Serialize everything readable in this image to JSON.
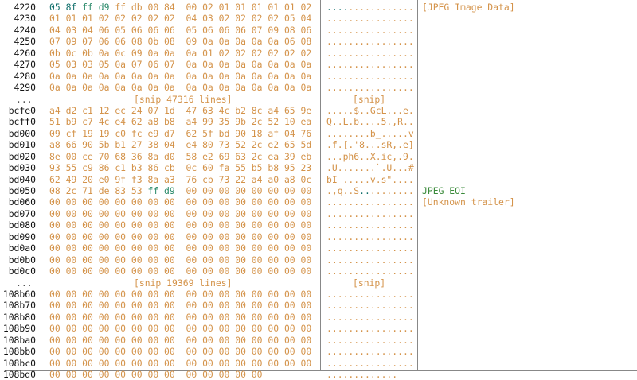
{
  "colors": {
    "byte": "#d4934a",
    "offset": "#111111",
    "marker_a": "#0f6e6a",
    "marker_b": "#2a8a6a",
    "eoi_note": "#3a8a3a"
  },
  "rows": [
    {
      "offset": "4220",
      "bytes": [
        "05",
        "8f",
        "ff",
        "d9",
        "ff",
        "db",
        "00",
        "84",
        "00",
        "02",
        "01",
        "01",
        "01",
        "01",
        "01",
        "02"
      ],
      "hl": {
        "0": "hl1",
        "1": "hl1",
        "2": "hl2",
        "3": "hl2"
      },
      "ascii": "................",
      "ascii_hl": [
        0,
        1,
        2,
        3
      ],
      "note": "[JPEG Image Data]"
    },
    {
      "offset": "4230",
      "bytes": [
        "01",
        "01",
        "01",
        "02",
        "02",
        "02",
        "02",
        "02",
        "04",
        "03",
        "02",
        "02",
        "02",
        "02",
        "05",
        "04"
      ],
      "ascii": "................"
    },
    {
      "offset": "4240",
      "bytes": [
        "04",
        "03",
        "04",
        "06",
        "05",
        "06",
        "06",
        "06",
        "05",
        "06",
        "06",
        "06",
        "07",
        "09",
        "08",
        "06"
      ],
      "ascii": "................"
    },
    {
      "offset": "4250",
      "bytes": [
        "07",
        "09",
        "07",
        "06",
        "06",
        "08",
        "0b",
        "08",
        "09",
        "0a",
        "0a",
        "0a",
        "0a",
        "0a",
        "06",
        "08"
      ],
      "ascii": "................"
    },
    {
      "offset": "4260",
      "bytes": [
        "0b",
        "0c",
        "0b",
        "0a",
        "0c",
        "09",
        "0a",
        "0a",
        "0a",
        "01",
        "02",
        "02",
        "02",
        "02",
        "02",
        "02"
      ],
      "ascii": "................"
    },
    {
      "offset": "4270",
      "bytes": [
        "05",
        "03",
        "03",
        "05",
        "0a",
        "07",
        "06",
        "07",
        "0a",
        "0a",
        "0a",
        "0a",
        "0a",
        "0a",
        "0a",
        "0a"
      ],
      "ascii": "................"
    },
    {
      "offset": "4280",
      "bytes": [
        "0a",
        "0a",
        "0a",
        "0a",
        "0a",
        "0a",
        "0a",
        "0a",
        "0a",
        "0a",
        "0a",
        "0a",
        "0a",
        "0a",
        "0a",
        "0a"
      ],
      "ascii": "................"
    },
    {
      "offset": "4290",
      "bytes": [
        "0a",
        "0a",
        "0a",
        "0a",
        "0a",
        "0a",
        "0a",
        "0a",
        "0a",
        "0a",
        "0a",
        "0a",
        "0a",
        "0a",
        "0a",
        "0a"
      ],
      "ascii": "................"
    },
    {
      "snip": true,
      "dots": "...",
      "label": "[snip 47316 lines]",
      "ascii_label": "[snip]"
    },
    {
      "offset": "bcfe0",
      "bytes": [
        "a4",
        "d2",
        "c1",
        "12",
        "ec",
        "24",
        "07",
        "1d",
        "47",
        "63",
        "4c",
        "b2",
        "8c",
        "a4",
        "65",
        "9e"
      ],
      "ascii": ".....$..GcL...e."
    },
    {
      "offset": "bcff0",
      "bytes": [
        "51",
        "b9",
        "c7",
        "4c",
        "e4",
        "62",
        "a8",
        "b8",
        "a4",
        "99",
        "35",
        "9b",
        "2c",
        "52",
        "10",
        "ea"
      ],
      "ascii": "Q..L.b....5.,R.."
    },
    {
      "offset": "bd000",
      "bytes": [
        "09",
        "cf",
        "19",
        "19",
        "c0",
        "fc",
        "e9",
        "d7",
        "62",
        "5f",
        "bd",
        "90",
        "18",
        "af",
        "04",
        "76"
      ],
      "ascii": "........b_.....v"
    },
    {
      "offset": "bd010",
      "bytes": [
        "a8",
        "66",
        "90",
        "5b",
        "b1",
        "27",
        "38",
        "04",
        "e4",
        "80",
        "73",
        "52",
        "2c",
        "e2",
        "65",
        "5d"
      ],
      "ascii": ".f.[.'8...sR,.e]"
    },
    {
      "offset": "bd020",
      "bytes": [
        "8e",
        "00",
        "ce",
        "70",
        "68",
        "36",
        "8a",
        "d0",
        "58",
        "e2",
        "69",
        "63",
        "2c",
        "ea",
        "39",
        "eb"
      ],
      "ascii": "...ph6..X.ic,.9."
    },
    {
      "offset": "bd030",
      "bytes": [
        "93",
        "55",
        "c9",
        "86",
        "c1",
        "b3",
        "86",
        "cb",
        "0c",
        "60",
        "fa",
        "55",
        "b5",
        "b8",
        "95",
        "23"
      ],
      "ascii": ".U.......`.U...#"
    },
    {
      "offset": "bd040",
      "bytes": [
        "62",
        "49",
        "20",
        "e0",
        "9f",
        "f3",
        "8a",
        "a3",
        "76",
        "cb",
        "73",
        "22",
        "a4",
        "a0",
        "a8",
        "0c"
      ],
      "ascii": "bI .....v.s\"...."
    },
    {
      "offset": "bd050",
      "bytes": [
        "08",
        "2c",
        "71",
        "de",
        "83",
        "53",
        "ff",
        "d9",
        "00",
        "00",
        "00",
        "00",
        "00",
        "00",
        "00",
        "00"
      ],
      "hl": {
        "6": "hl2",
        "7": "hl2"
      },
      "ascii": ".,q..S..........",
      "ascii_hl": [
        6,
        7
      ],
      "note": "JPEG EOI",
      "note_class": "ok"
    },
    {
      "offset": "bd060",
      "bytes": [
        "00",
        "00",
        "00",
        "00",
        "00",
        "00",
        "00",
        "00",
        "00",
        "00",
        "00",
        "00",
        "00",
        "00",
        "00",
        "00"
      ],
      "ascii": "................",
      "note": "[Unknown trailer]"
    },
    {
      "offset": "bd070",
      "bytes": [
        "00",
        "00",
        "00",
        "00",
        "00",
        "00",
        "00",
        "00",
        "00",
        "00",
        "00",
        "00",
        "00",
        "00",
        "00",
        "00"
      ],
      "ascii": "................"
    },
    {
      "offset": "bd080",
      "bytes": [
        "00",
        "00",
        "00",
        "00",
        "00",
        "00",
        "00",
        "00",
        "00",
        "00",
        "00",
        "00",
        "00",
        "00",
        "00",
        "00"
      ],
      "ascii": "................"
    },
    {
      "offset": "bd090",
      "bytes": [
        "00",
        "00",
        "00",
        "00",
        "00",
        "00",
        "00",
        "00",
        "00",
        "00",
        "00",
        "00",
        "00",
        "00",
        "00",
        "00"
      ],
      "ascii": "................"
    },
    {
      "offset": "bd0a0",
      "bytes": [
        "00",
        "00",
        "00",
        "00",
        "00",
        "00",
        "00",
        "00",
        "00",
        "00",
        "00",
        "00",
        "00",
        "00",
        "00",
        "00"
      ],
      "ascii": "................"
    },
    {
      "offset": "bd0b0",
      "bytes": [
        "00",
        "00",
        "00",
        "00",
        "00",
        "00",
        "00",
        "00",
        "00",
        "00",
        "00",
        "00",
        "00",
        "00",
        "00",
        "00"
      ],
      "ascii": "................"
    },
    {
      "offset": "bd0c0",
      "bytes": [
        "00",
        "00",
        "00",
        "00",
        "00",
        "00",
        "00",
        "00",
        "00",
        "00",
        "00",
        "00",
        "00",
        "00",
        "00",
        "00"
      ],
      "ascii": "................"
    },
    {
      "snip": true,
      "dots": "...",
      "label": "[snip 19369 lines]",
      "ascii_label": "[snip]"
    },
    {
      "offset": "108b60",
      "bytes": [
        "00",
        "00",
        "00",
        "00",
        "00",
        "00",
        "00",
        "00",
        "00",
        "00",
        "00",
        "00",
        "00",
        "00",
        "00",
        "00"
      ],
      "ascii": "................"
    },
    {
      "offset": "108b70",
      "bytes": [
        "00",
        "00",
        "00",
        "00",
        "00",
        "00",
        "00",
        "00",
        "00",
        "00",
        "00",
        "00",
        "00",
        "00",
        "00",
        "00"
      ],
      "ascii": "................"
    },
    {
      "offset": "108b80",
      "bytes": [
        "00",
        "00",
        "00",
        "00",
        "00",
        "00",
        "00",
        "00",
        "00",
        "00",
        "00",
        "00",
        "00",
        "00",
        "00",
        "00"
      ],
      "ascii": "................"
    },
    {
      "offset": "108b90",
      "bytes": [
        "00",
        "00",
        "00",
        "00",
        "00",
        "00",
        "00",
        "00",
        "00",
        "00",
        "00",
        "00",
        "00",
        "00",
        "00",
        "00"
      ],
      "ascii": "................"
    },
    {
      "offset": "108ba0",
      "bytes": [
        "00",
        "00",
        "00",
        "00",
        "00",
        "00",
        "00",
        "00",
        "00",
        "00",
        "00",
        "00",
        "00",
        "00",
        "00",
        "00"
      ],
      "ascii": "................"
    },
    {
      "offset": "108bb0",
      "bytes": [
        "00",
        "00",
        "00",
        "00",
        "00",
        "00",
        "00",
        "00",
        "00",
        "00",
        "00",
        "00",
        "00",
        "00",
        "00",
        "00"
      ],
      "ascii": "................"
    },
    {
      "offset": "108bc0",
      "bytes": [
        "00",
        "00",
        "00",
        "00",
        "00",
        "00",
        "00",
        "00",
        "00",
        "00",
        "00",
        "00",
        "00",
        "00",
        "00",
        "00"
      ],
      "ascii": "................"
    },
    {
      "offset": "108bd0",
      "bytes": [
        "00",
        "00",
        "00",
        "00",
        "00",
        "00",
        "00",
        "00",
        "00",
        "00",
        "00",
        "00",
        "00"
      ],
      "ascii": "............."
    }
  ]
}
